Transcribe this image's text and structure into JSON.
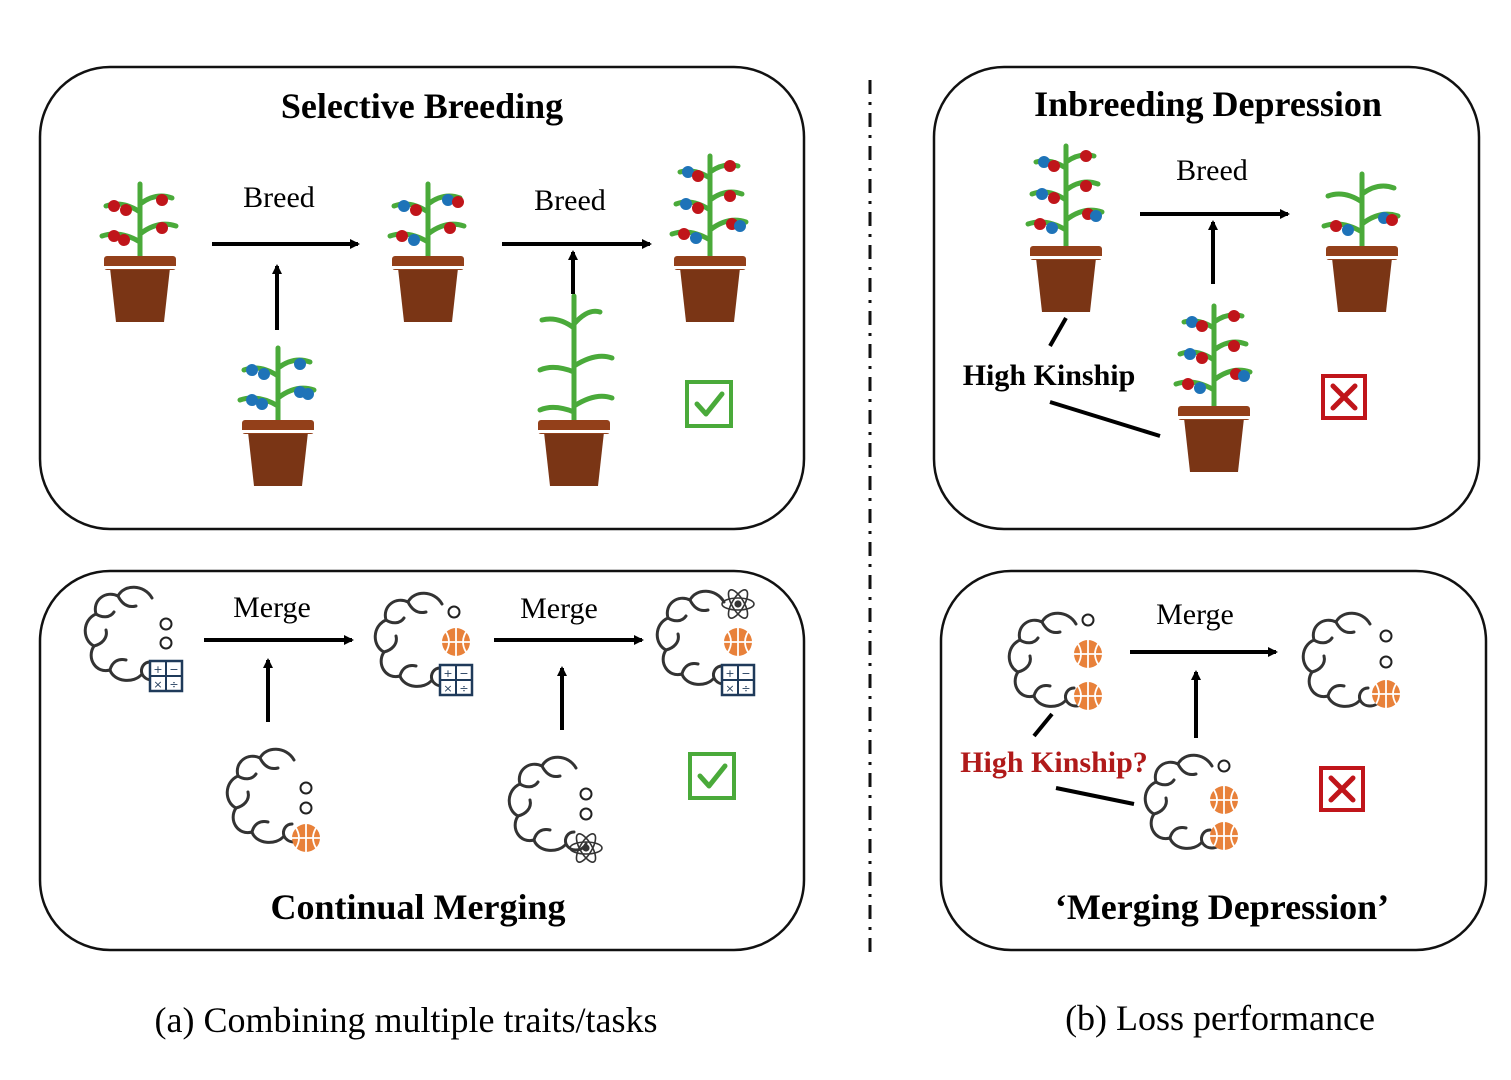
{
  "panels": {
    "selective_breeding": {
      "title": "Selective Breeding",
      "arrow_label_1": "Breed",
      "arrow_label_2": "Breed",
      "status_icon": "check-icon"
    },
    "inbreeding_depression": {
      "title": "Inbreeding Depression",
      "arrow_label": "Breed",
      "kinship_label": "High Kinship",
      "status_icon": "cross-icon"
    },
    "continual_merging": {
      "title": "Continual Merging",
      "arrow_label_1": "Merge",
      "arrow_label_2": "Merge",
      "status_icon": "check-icon"
    },
    "merging_depression": {
      "title": "‘Merging Depression’",
      "arrow_label": "Merge",
      "kinship_label": "High Kinship?",
      "status_icon": "cross-icon"
    }
  },
  "captions": {
    "left": "(a) Combining multiple traits/tasks",
    "right": "(b) Loss performance"
  },
  "colors": {
    "stem": "#4aaa3a",
    "pot": "#7a3515",
    "pot_band": "#93401a",
    "fruit_red": "#c0151a",
    "fruit_blue": "#1e73b8",
    "check": "#4aaa3a",
    "cross": "#c0151a",
    "kinship_question": "#b01a1a",
    "ball": "#e8813a",
    "calc": "#1f3a5a"
  }
}
